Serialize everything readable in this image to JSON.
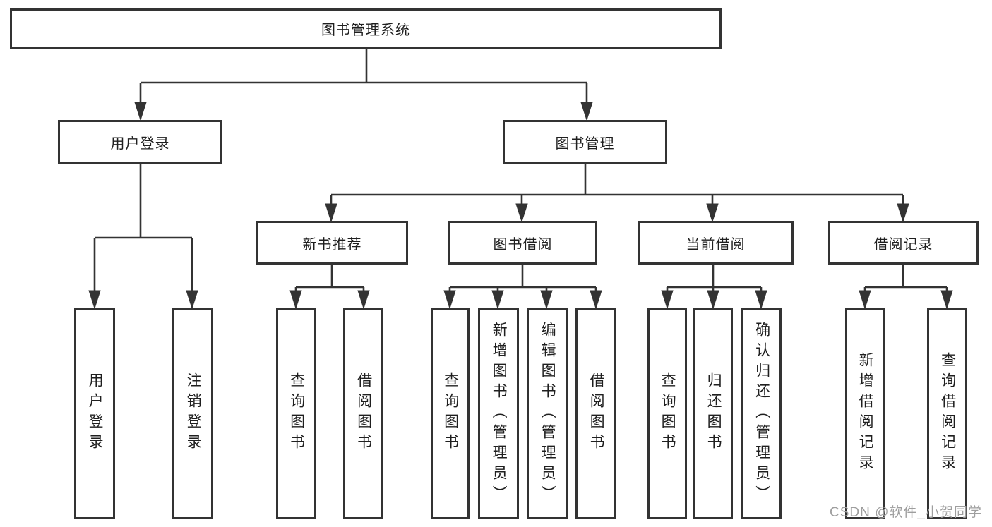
{
  "diagram": {
    "type": "hierarchy-tree",
    "colors": {
      "line": "#333333",
      "box_border": "#333333",
      "box_fill": "#ffffff",
      "text": "#1f1f1f",
      "watermark": "#9e9e9e",
      "background": "#ffffff"
    },
    "root": {
      "label": "图书管理系统",
      "children": [
        {
          "label": "用户登录",
          "children": [
            {
              "label": "用户登录"
            },
            {
              "label": "注销登录"
            }
          ]
        },
        {
          "label": "图书管理",
          "children": [
            {
              "label": "新书推荐",
              "children": [
                {
                  "label": "查询图书"
                },
                {
                  "label": "借阅图书"
                }
              ]
            },
            {
              "label": "图书借阅",
              "children": [
                {
                  "label": "查询图书"
                },
                {
                  "label": "新增图书（管理员）"
                },
                {
                  "label": "编辑图书（管理员）"
                },
                {
                  "label": "借阅图书"
                }
              ]
            },
            {
              "label": "当前借阅",
              "children": [
                {
                  "label": "查询图书"
                },
                {
                  "label": "归还图书"
                },
                {
                  "label": "确认归还（管理员）"
                }
              ]
            },
            {
              "label": "借阅记录",
              "children": [
                {
                  "label": "新增借阅记录"
                },
                {
                  "label": "查询借阅记录"
                }
              ]
            }
          ]
        }
      ]
    }
  },
  "watermark": "CSDN @软件_小贺同学"
}
